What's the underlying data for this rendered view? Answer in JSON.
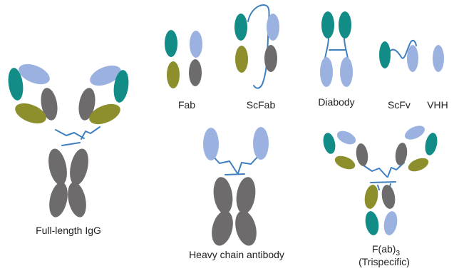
{
  "colors": {
    "teal": "#118c86",
    "lavender": "#9bb2e1",
    "olive": "#8c8f2b",
    "gray": "#6d6b6c",
    "linker": "#3f7fc0"
  },
  "labels": {
    "igg": "Full-length IgG",
    "fab": "Fab",
    "scfab": "ScFab",
    "diabody": "Diabody",
    "scfv": "ScFv",
    "vhh": "VHH",
    "hcab": "Heavy chain antibody",
    "fab3": "F(ab)",
    "fab3_sub": "3",
    "trispecific": "(Trispecific)"
  }
}
